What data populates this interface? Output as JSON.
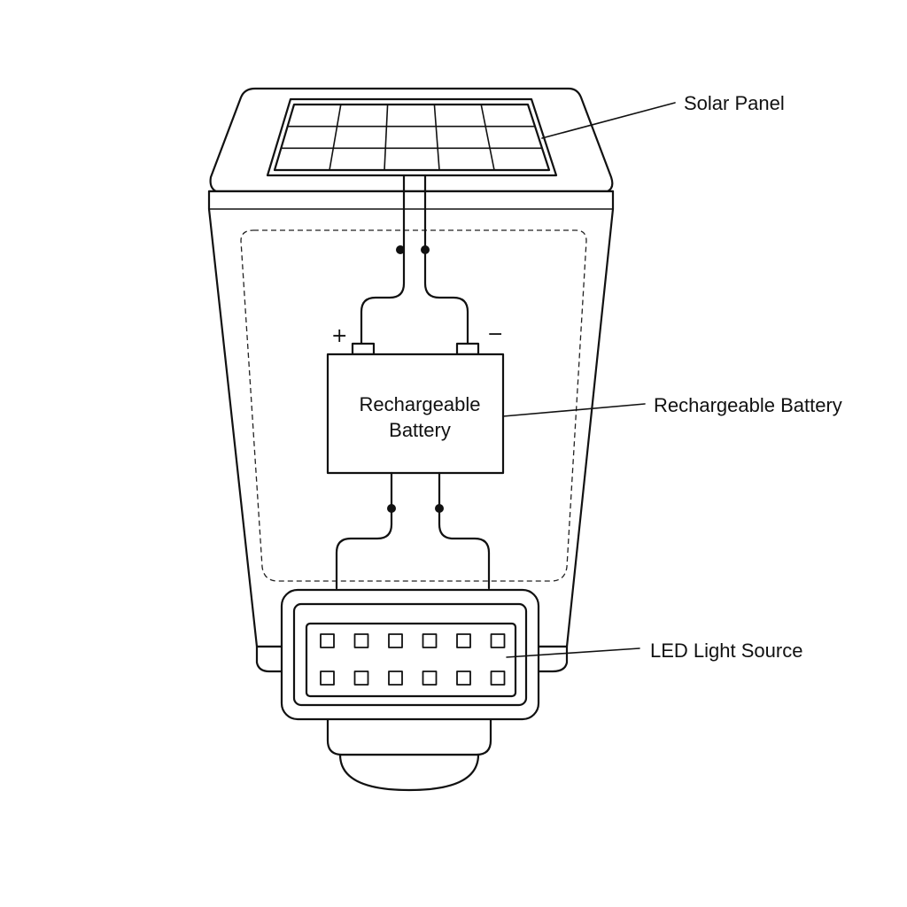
{
  "labels": {
    "solar_panel": "Solar Panel",
    "battery_callout": "Rechargeable Battery",
    "battery_box_line1": "Rechargeable",
    "battery_box_line2": "Battery",
    "led_light_source": "LED Light Source",
    "positive_terminal": "+",
    "negative_terminal": "−"
  },
  "components": {
    "solar_panel": {
      "rows": 3,
      "cols": 5
    },
    "led_array": {
      "rows": 2,
      "cols": 6
    }
  }
}
